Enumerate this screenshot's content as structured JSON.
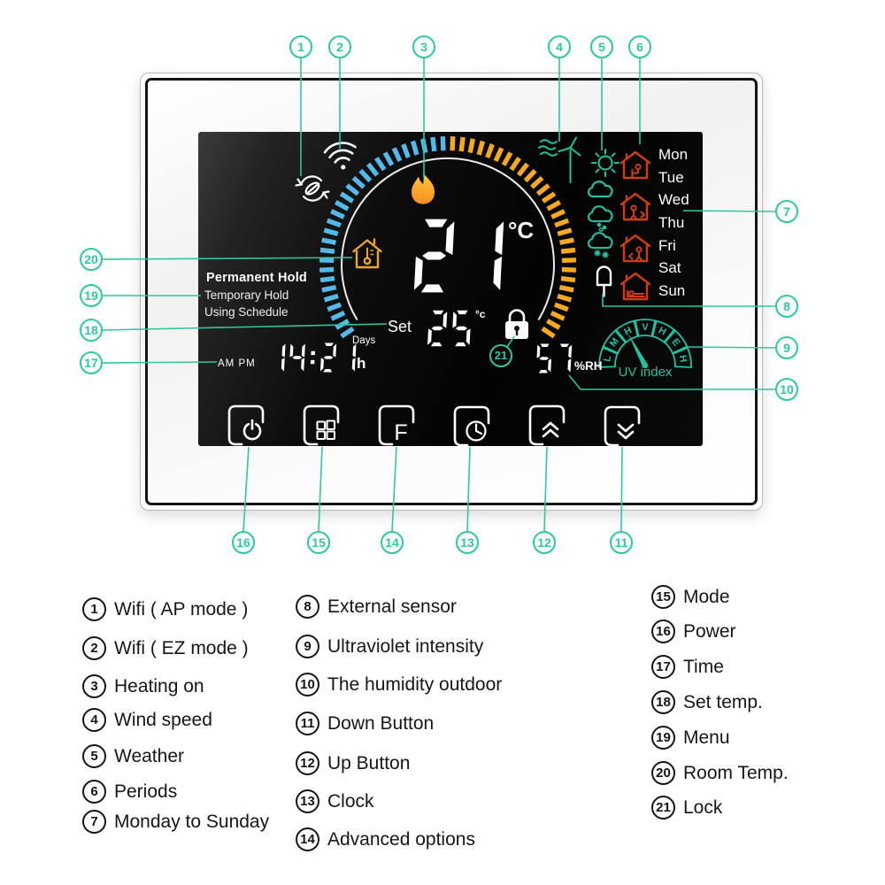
{
  "colors": {
    "accent": "#2fc7a2",
    "tick_blue": "#54b9e9",
    "tick_orange": "#f6a820",
    "house_red": "#cf3e13",
    "weather_green": "#21c2a2",
    "room_icon_amber": "#eda52c",
    "display_white": "#ffffff",
    "legend_ink": "#141414"
  },
  "screen": {
    "room_temp": "21",
    "room_temp_unit": "°C",
    "set_label": "Set",
    "set_temp": "25",
    "set_temp_unit": "°c",
    "time": "14:21",
    "time_suffix": "h",
    "days_label": "Days",
    "ampm": "AM PM",
    "humidity": "57",
    "humidity_unit": "%RH",
    "lock_badge": "21",
    "button_f": "F",
    "hold_lines": [
      "Permanent Hold",
      "Temporary Hold",
      "Using Schedule"
    ],
    "days": [
      "Mon",
      "Tue",
      "Wed",
      "Thu",
      "Fri",
      "Sat",
      "Sun"
    ],
    "uv_letters": [
      "L",
      "M",
      "H",
      "V",
      "H",
      "E",
      "H"
    ],
    "uv_label": "UV index"
  },
  "callouts": {
    "nums": [
      "1",
      "2",
      "3",
      "4",
      "5",
      "6",
      "7",
      "8",
      "9",
      "10",
      "11",
      "12",
      "13",
      "14",
      "15",
      "16",
      "17",
      "18",
      "19",
      "20",
      "21"
    ]
  },
  "legend": {
    "col1": [
      {
        "num": "1",
        "label": "Wifi ( AP mode )"
      },
      {
        "num": "2",
        "label": "Wifi ( EZ mode )"
      },
      {
        "num": "3",
        "label": "Heating on"
      },
      {
        "num": "4",
        "label": "Wind speed"
      },
      {
        "num": "5",
        "label": "Weather"
      },
      {
        "num": "6",
        "label": "Periods"
      },
      {
        "num": "7",
        "label": "Monday to Sunday"
      }
    ],
    "col2": [
      {
        "num": "8",
        "label": "External sensor"
      },
      {
        "num": "9",
        "label": "Ultraviolet intensity"
      },
      {
        "num": "10",
        "label": "The humidity outdoor"
      },
      {
        "num": "11",
        "label": "Down Button"
      },
      {
        "num": "12",
        "label": "Up Button"
      },
      {
        "num": "13",
        "label": "Clock"
      },
      {
        "num": "14",
        "label": "Advanced options"
      }
    ],
    "col3": [
      {
        "num": "15",
        "label": "Mode"
      },
      {
        "num": "16",
        "label": "Power"
      },
      {
        "num": "17",
        "label": "Time"
      },
      {
        "num": "18",
        "label": "Set temp."
      },
      {
        "num": "19",
        "label": "Menu"
      },
      {
        "num": "20",
        "label": "Room Temp."
      },
      {
        "num": "21",
        "label": "Lock"
      }
    ]
  }
}
